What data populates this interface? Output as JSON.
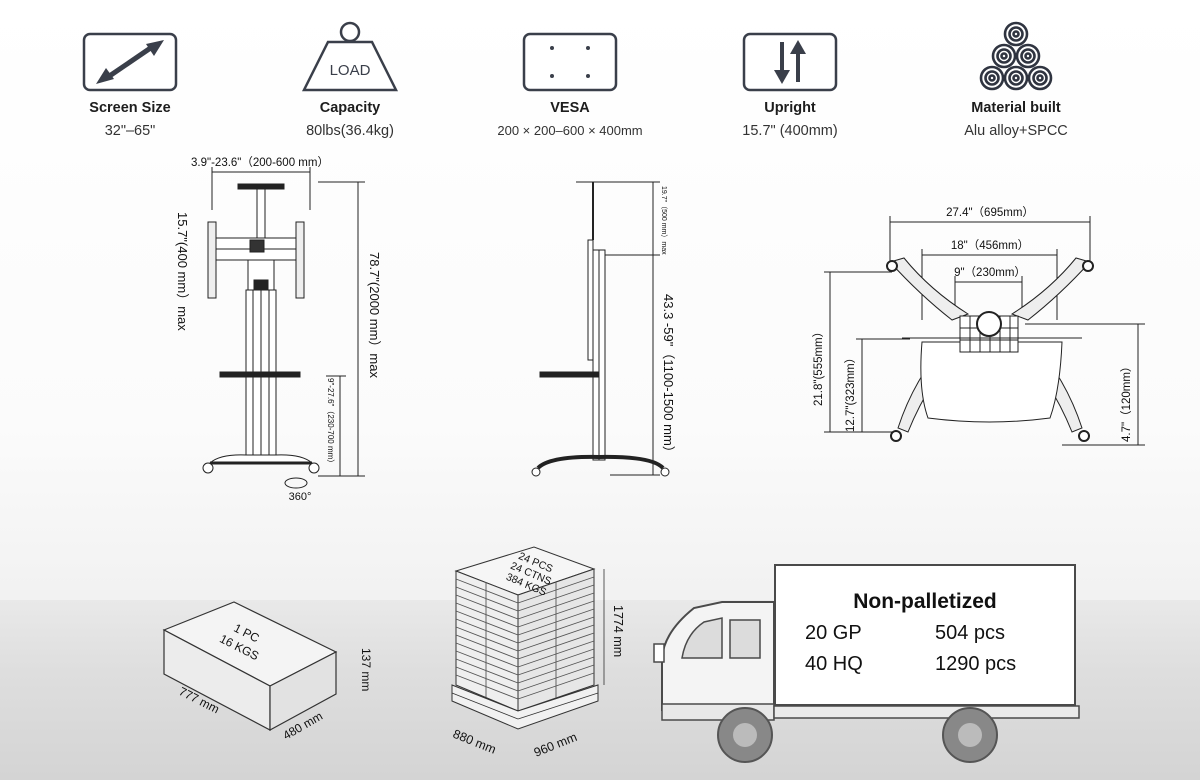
{
  "specs": [
    {
      "icon": "diagonal-arrow-icon",
      "title": "Screen Size",
      "value": "32\"–65\""
    },
    {
      "icon": "load-weight-icon",
      "icon_label": "LOAD",
      "title": "Capacity",
      "value": "80lbs(36.4kg)"
    },
    {
      "icon": "vesa-holes-icon",
      "title": "VESA",
      "value": "200 × 200–600 × 400mm"
    },
    {
      "icon": "up-down-arrows-icon",
      "title": "Upright",
      "value": "15.7\" (400mm)"
    },
    {
      "icon": "material-coils-icon",
      "title": "Material built",
      "value": "Alu alloy+SPCC"
    }
  ],
  "front_view": {
    "width_label": "3.9\"-23.6\"（200-600 mm）",
    "upright_label": "15.7\"(400 mm）max",
    "height_label": "78.7\"(2000 mm）max",
    "shelf_label": "9\"-27.6\"（230-700 mm）",
    "rotation_label": "360°"
  },
  "side_view": {
    "top_label": "19.7\"（500 mm）max",
    "height_label": "43.3 -59\"（1100-1500 mm）"
  },
  "base_view": {
    "width_outer": "27.4\"（695mm）",
    "width_mid": "18\"（456mm）",
    "width_inner": "9\"（230mm）",
    "depth_total": "21.8\"(555mm）",
    "depth_mid": "12.7\"(323mm）",
    "depth_small": "4.7\"（120mm）"
  },
  "single_box": {
    "line1": "1 PC",
    "line2": "16 KGS",
    "length": "777 mm",
    "width": "480 mm",
    "height": "137 mm"
  },
  "pallet": {
    "line1": "24 PCS",
    "line2": "24 CTNS",
    "line3": "384 KGS",
    "height": "1774 mm",
    "length": "880 mm",
    "width": "960 mm"
  },
  "shipping": {
    "title": "Non-palletized",
    "rows": [
      {
        "container": "20 GP",
        "qty": "504 pcs"
      },
      {
        "container": "40 HQ",
        "qty": "1290 pcs"
      }
    ]
  }
}
